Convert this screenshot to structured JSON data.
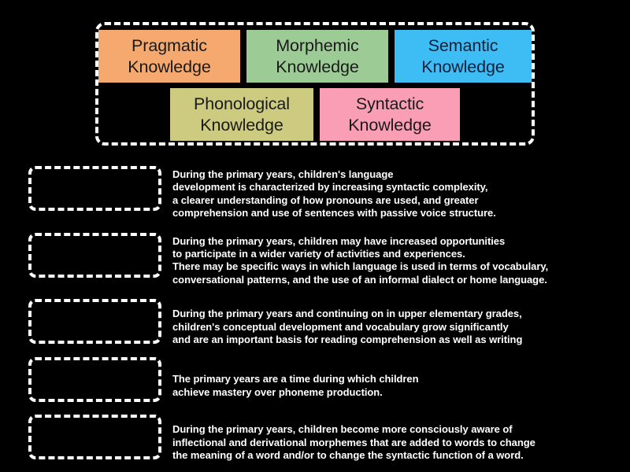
{
  "activity": {
    "background_color": "#000000",
    "dash_color": "#ffffff"
  },
  "tile_bank": {
    "rows": [
      {
        "tiles": [
          {
            "line1": "Pragmatic",
            "line2": "Knowledge",
            "color": "#F5A96E",
            "text_color": "#1a1a1a"
          },
          {
            "line1": "Morphemic",
            "line2": "Knowledge",
            "color": "#9DCB96",
            "text_color": "#1a1a1a"
          },
          {
            "line1": "Semantic",
            "line2": "Knowledge",
            "color": "#3EBDF5",
            "text_color": "#10203a"
          }
        ]
      },
      {
        "tiles": [
          {
            "line1": "Phonological",
            "line2": "Knowledge",
            "color": "#CCCB7F",
            "text_color": "#1a1a1a"
          },
          {
            "line1": "Syntactic",
            "line2": "Knowledge",
            "color": "#FA9EB5",
            "text_color": "#1a1a1a"
          }
        ]
      }
    ]
  },
  "answers": [
    {
      "text": "During the primary years, children's language\ndevelopment is characterized by increasing syntactic complexity,\na clearer understanding of how pronouns are used, and greater\ncomprehension and use of sentences with passive voice structure."
    },
    {
      "text": "During the primary years, children may have increased opportunities\nto participate in a wider variety of activities and experiences.\nThere may be specific ways in which language is used in terms of vocabulary,\nconversational patterns, and the use of an informal dialect or home language."
    },
    {
      "text": "During the primary years and continuing on in upper elementary grades,\nchildren's conceptual development and vocabulary grow significantly\nand are an important basis for reading comprehension as well as writing"
    },
    {
      "text": "The primary years are a time during which children\nachieve mastery over phoneme production."
    },
    {
      "text": "During the primary years, children become more consciously aware of\ninflectional and derivational morphemes that are added to words to change\nthe meaning of a word and/or to change the syntactic function of a word."
    }
  ]
}
